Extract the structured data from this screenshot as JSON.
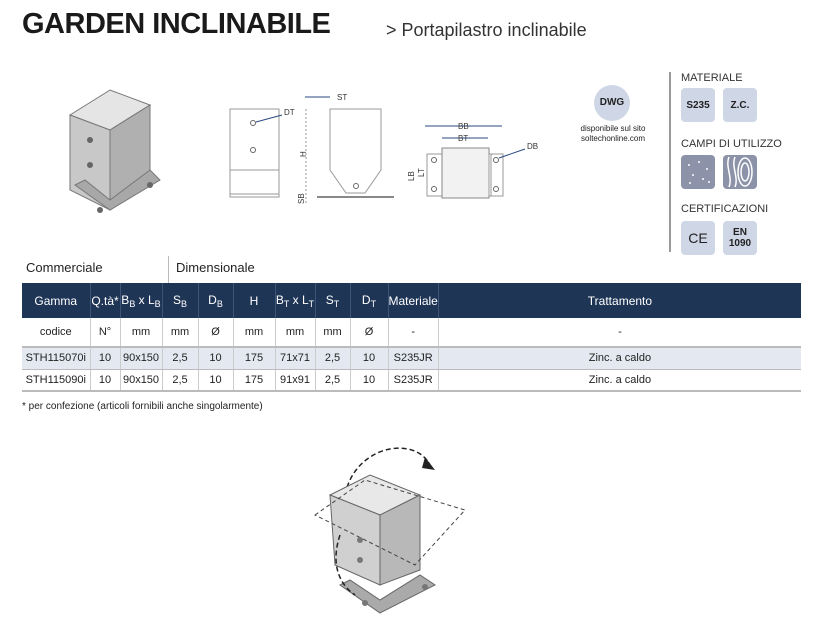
{
  "header": {
    "title": "GARDEN INCLINABILE",
    "subtitle": "> Portapilastro inclinabile"
  },
  "drawing_labels": {
    "dt": "DT",
    "st": "ST",
    "h": "H",
    "sb": "SB",
    "bb": "BB",
    "bt": "BT",
    "lb": "LB",
    "lt": "LT",
    "db": "DB"
  },
  "dwg": {
    "label": "DWG",
    "line1": "disponibile sul sito",
    "line2": "soltechonline.com"
  },
  "sidebar": {
    "materiale": {
      "title": "MATERIALE",
      "badges": [
        "S235",
        "Z.C."
      ]
    },
    "campi": {
      "title": "CAMPI DI UTILIZZO",
      "icons": [
        "concrete-icon",
        "wood-icon"
      ]
    },
    "certificazioni": {
      "title": "CERTIFICAZIONI",
      "ce": "CE",
      "en1": "EN",
      "en2": "1090"
    }
  },
  "table": {
    "groups": {
      "commerciale": "Commerciale",
      "dimensionale": "Dimensionale"
    },
    "headers": {
      "gamma": "Gamma",
      "qta": "Q.tà*",
      "b": "B",
      "bsub": "B",
      "x": " x L",
      "lsub": "B",
      "s": "S",
      "ssub": "B",
      "d": "D",
      "dsub": "B",
      "h": "H",
      "bt": "B",
      "btsub": "T",
      "lt": " x L",
      "ltsub": "T",
      "st": "S",
      "stsub": "T",
      "dt": "D",
      "dtsub": "T",
      "materiale": "Materiale",
      "trattamento": "Trattamento"
    },
    "units": [
      "codice",
      "N°",
      "mm",
      "mm",
      "Ø",
      "mm",
      "mm",
      "mm",
      "Ø",
      "-",
      "-"
    ],
    "rows": [
      [
        "STH115070i",
        "10",
        "90x150",
        "2,5",
        "10",
        "175",
        "71x71",
        "2,5",
        "10",
        "S235JR",
        "Zinc. a caldo"
      ],
      [
        "STH115090i",
        "10",
        "90x150",
        "2,5",
        "10",
        "175",
        "91x91",
        "2,5",
        "10",
        "S235JR",
        "Zinc. a caldo"
      ]
    ],
    "footnote": "* per confezione (articoli fornibili anche singolarmente)"
  }
}
